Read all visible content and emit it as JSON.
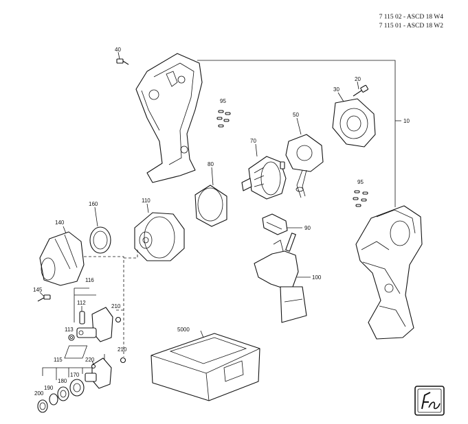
{
  "header": {
    "line1": "7 115 02 - ASCD 18 W4",
    "line2": "7 115 01 - ASCD 18 W2"
  },
  "labels": {
    "p10": "10",
    "p20": "20",
    "p30": "30",
    "p40": "40",
    "p50": "50",
    "p70": "70",
    "p80": "80",
    "p90": "90",
    "p95a": "95",
    "p95b": "95",
    "p100": "100",
    "p110": "110",
    "p112": "112",
    "p113": "113",
    "p115": "115",
    "p116": "116",
    "p140": "140",
    "p145": "145",
    "p160": "160",
    "p170": "170",
    "p180": "180",
    "p190": "190",
    "p200": "200",
    "p210a": "210",
    "p210b": "210",
    "p220": "220",
    "p5000": "5000"
  },
  "icons": {
    "logo": "fein-logo"
  }
}
